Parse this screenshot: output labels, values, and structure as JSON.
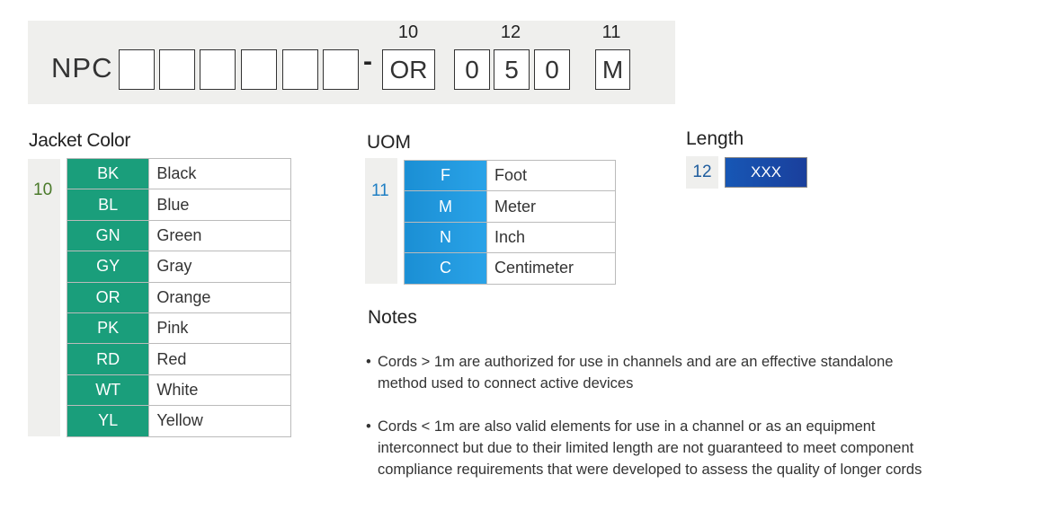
{
  "part_number": {
    "prefix": "NPC",
    "empty_box_count": 6,
    "dash": "-",
    "color_code": "OR",
    "length_digits": [
      "0",
      "5",
      "0"
    ],
    "uom_code": "M",
    "field_numbers": {
      "color": "10",
      "length": "12",
      "uom": "11"
    }
  },
  "jacket_color": {
    "title": "Jacket Color",
    "field_number": "10",
    "rows": [
      {
        "code": "BK",
        "name": "Black"
      },
      {
        "code": "BL",
        "name": "Blue"
      },
      {
        "code": "GN",
        "name": "Green"
      },
      {
        "code": "GY",
        "name": "Gray"
      },
      {
        "code": "OR",
        "name": "Orange"
      },
      {
        "code": "PK",
        "name": "Pink"
      },
      {
        "code": "RD",
        "name": "Red"
      },
      {
        "code": "WT",
        "name": "White"
      },
      {
        "code": "YL",
        "name": "Yellow"
      }
    ]
  },
  "uom": {
    "title": "UOM",
    "field_number": "11",
    "rows": [
      {
        "code": "F",
        "name": "Foot"
      },
      {
        "code": "M",
        "name": "Meter"
      },
      {
        "code": "N",
        "name": "Inch"
      },
      {
        "code": "C",
        "name": "Centimeter"
      }
    ]
  },
  "length": {
    "title": "Length",
    "field_number": "12",
    "value": "XXX"
  },
  "notes": {
    "title": "Notes",
    "bullet": "•",
    "items": [
      {
        "line1": "Cords > 1m are authorized for use in channels and are an effective standalone",
        "line2": "method used to connect active devices"
      },
      {
        "line1": "Cords < 1m are also valid elements for use in a channel or as an equipment",
        "line2": "interconnect but due to their limited length are not guaranteed to meet component",
        "line3": "compliance requirements that were developed to assess the quality of longer cords"
      }
    ]
  },
  "colors": {
    "panel_bg": "#efefed",
    "jacket_code_bg": "#1a9e7b",
    "uom_code_bg": "#1b8fd4",
    "length_box_bg": "#1a4fa8",
    "jacket_field_number": "#4a7a2a",
    "uom_field_number": "#1f7fc4",
    "length_field_number": "#1f5d9e"
  }
}
